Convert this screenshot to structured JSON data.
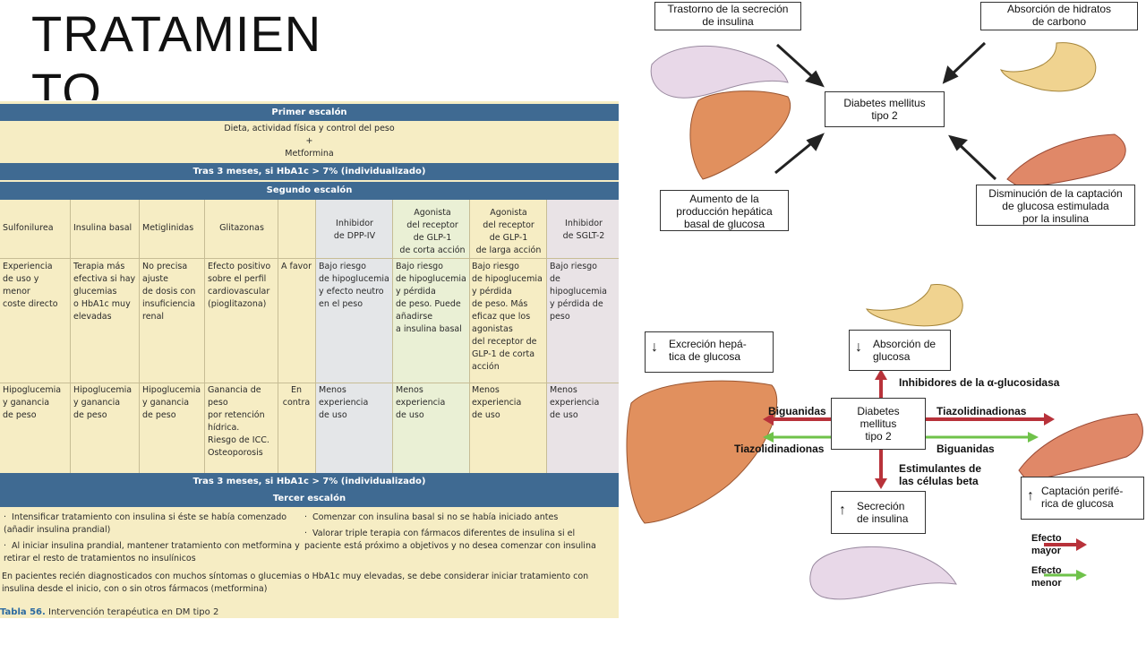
{
  "slide": {
    "title_line1": "TRATAMIEN",
    "title_line2": "TO"
  },
  "table": {
    "primer_escalon": "Primer escalón",
    "primer_content_l1": "Dieta, actividad física y control del peso",
    "primer_content_l2": "+",
    "primer_content_l3": "Metformina",
    "tras1": "Tras 3 meses, si HbA1c > 7% (individualizado)",
    "segundo_escalon": "Segundo escalón",
    "headers": [
      "Sulfonilurea",
      "Insulina basal",
      "Metiglinidas",
      "Glitazonas",
      "",
      "Inhibidor\nde DPP-IV",
      "Agonista\ndel receptor\nde GLP-1\nde corta acción",
      "Agonista\ndel receptor\nde GLP-1\nde larga acción",
      "Inhibidor\nde SGLT-2"
    ],
    "row_pros": [
      "Experiencia\nde uso y menor\ncoste directo",
      "Terapia más\nefectiva si hay\nglucemias\no HbA1c muy\nelevadas",
      "No precisa\najuste\nde dosis con\ninsuficiencia\nrenal",
      "Efecto positivo\nsobre el perfil\ncardiovascular\n(pioglitazona)",
      "A favor",
      "Bajo riesgo\nde hipoglucemia\ny efecto neutro\nen el peso",
      "Bajo riesgo\nde hipoglucemia\ny pérdida\nde peso. Puede\nañadirse\na insulina basal",
      "Bajo riesgo\nde hipoglucemia\ny pérdida\nde peso. Más\neficaz que los\nagonistas\ndel receptor de\nGLP-1 de corta\nacción",
      "Bajo riesgo\nde hipoglucemia\ny pérdida de peso"
    ],
    "row_cons": [
      "Hipoglucemia\ny ganancia\nde peso",
      "Hipoglucemia\ny ganancia\nde peso",
      "Hipoglucemia\ny ganancia\nde peso",
      "Ganancia de\npeso\npor retención\nhídrica.\nRiesgo de ICC.\nOsteoporosis",
      "En\ncontra",
      "Menos\nexperiencia\nde uso",
      "Menos\nexperiencia\nde uso",
      "Menos\nexperiencia\nde uso",
      "Menos\nexperiencia\nde uso"
    ],
    "tras2": "Tras 3 meses, si HbA1c > 7% (individualizado)",
    "tercer_escalon": "Tercer escalón",
    "bullets_left": [
      "Intensificar tratamiento con insulina si éste se había comenzado (añadir insulina prandial)",
      "Al iniciar insulina prandial, mantener tratamiento con metformina y retirar el resto de tratamientos no insulínicos"
    ],
    "bullets_right": [
      "Comenzar con insulina basal si no se había iniciado antes",
      "Valorar triple terapia con fármacos diferentes de insulina si el paciente está próximo a objetivos y no desea comenzar con insulina"
    ],
    "footnote": "En pacientes recién diagnosticados con muchos síntomas o glucemias o HbA1c muy elevadas, se debe considerar iniciar tratamiento con insulina desde el inicio, con o sin otros fármacos (metformina)",
    "caption_bold": "Tabla 56.",
    "caption_text": " Intervención terapéutica en DM tipo 2"
  },
  "diagram_top": {
    "box_secrecion": "Trastorno de la secreción\nde insulina",
    "box_absorcion": "Absorción de hidratos\nde carbono",
    "box_center": "Diabetes mellitus\ntipo 2",
    "box_produccion": "Aumento de la\nproducción hepática\nbasal de glucosa",
    "box_captacion": "Disminución de la captación\nde glucosa estimulada\npor la insulina"
  },
  "diagram_bottom": {
    "box_excrecion": "Excreción hepá-\ntica de glucosa",
    "box_absorcion": "Absorción de\nglucosa",
    "box_center": "Diabetes\nmellitus\ntipo 2",
    "box_secrecion": "Secreción\nde insulina",
    "box_captacion": "Captación perifé-\nrica de glucosa",
    "label_inhibidores": "Inhibidores de la α-glucosidasa",
    "label_biguanidas_left": "Biguanidas",
    "label_tiazo_left": "Tiazolidinadionas",
    "label_tiazo_right": "Tiazolidinadionas",
    "label_biguanidas_right": "Biguanidas",
    "label_estimulantes": "Estimulantes de\nlas células beta",
    "arrow_down": "↓",
    "arrow_up": "↑",
    "legend_mayor": "Efecto\nmayor",
    "legend_menor": "Efecto\nmenor",
    "colors": {
      "mayor": "#b8323a",
      "menor": "#6fc24a"
    }
  }
}
